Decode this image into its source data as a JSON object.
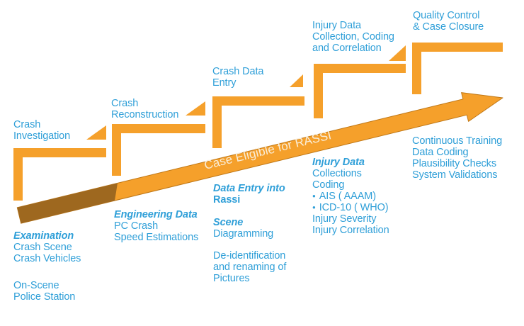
{
  "colors": {
    "orange": "#F5A02B",
    "brown": "#9E681F",
    "blue": "#2F9FD8",
    "arrow_text": "#F9EDD8"
  },
  "arrow": {
    "label": "Case Eligible for RASSI"
  },
  "steps": [
    {
      "lines": [
        "Crash",
        "Investigation"
      ]
    },
    {
      "lines": [
        "Crash",
        "Reconstruction"
      ]
    },
    {
      "lines": [
        "Crash Data",
        "Entry"
      ]
    },
    {
      "lines": [
        "Injury Data",
        "Collection, Coding",
        "and Correlation"
      ]
    },
    {
      "lines": [
        "Quality Control",
        "& Case Closure"
      ]
    }
  ],
  "details": {
    "examination": {
      "heading": "Examination",
      "lines": [
        "Crash Scene",
        "Crash Vehicles"
      ]
    },
    "location": {
      "lines": [
        "On-Scene",
        "Police Station"
      ]
    },
    "engineering": {
      "heading": "Engineering Data",
      "lines": [
        "PC Crash",
        "Speed Estimations"
      ]
    },
    "data_entry": {
      "heading": "Data Entry into",
      "heading2": "Rassi"
    },
    "scene": {
      "heading": "Scene",
      "lines": [
        "Diagramming"
      ]
    },
    "deidentification": {
      "lines": [
        "De-identification",
        "and renaming of",
        "Pictures"
      ]
    },
    "injury": {
      "heading": "Injury Data",
      "lines": [
        "Collections",
        "Coding"
      ],
      "bullets": [
        "AIS ( AAAM)",
        "ICD-10 ( WHO)"
      ],
      "lines_after": [
        "Injury Severity",
        "Injury Correlation"
      ]
    },
    "closure": {
      "lines": [
        "Continuous Training",
        "Data Coding",
        "Plausibility Checks",
        "System Validations"
      ]
    }
  }
}
